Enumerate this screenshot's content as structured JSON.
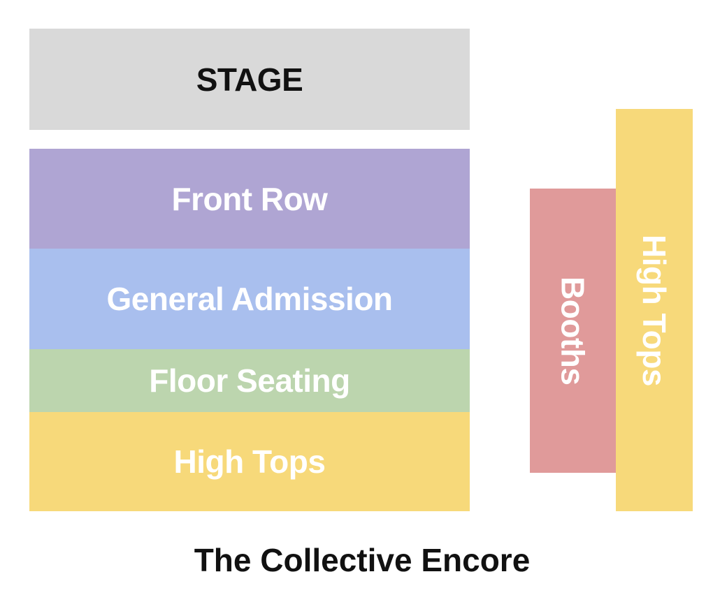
{
  "venue_name": "The Collective Encore",
  "sections": {
    "stage": {
      "label": "STAGE",
      "color": "#d9d9d9"
    },
    "front_row": {
      "label": "Front Row",
      "color": "#afa5d3"
    },
    "general_admission": {
      "label": "General Admission",
      "color": "#a9bfee"
    },
    "floor_seating": {
      "label": "Floor Seating",
      "color": "#bcd5ae"
    },
    "high_tops": {
      "label": "High Tops",
      "color": "#f7d97a"
    },
    "booths": {
      "label": "Booths",
      "color": "#e09a9a"
    },
    "high_tops_side": {
      "label": "High Tops",
      "color": "#f7d97a"
    }
  }
}
